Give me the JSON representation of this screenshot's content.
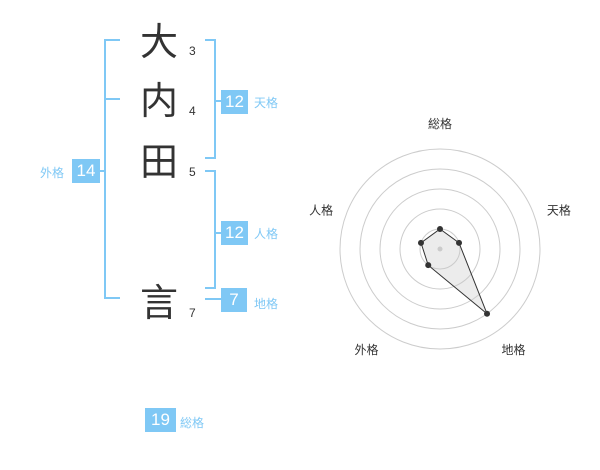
{
  "name_chars": [
    {
      "char": "大",
      "strokes": "3"
    },
    {
      "char": "内",
      "strokes": "4"
    },
    {
      "char": "田",
      "strokes": "5"
    },
    {
      "char": "言",
      "strokes": "7"
    }
  ],
  "kakusu": {
    "tenkaku": {
      "label": "天格",
      "value": "12"
    },
    "jinkaku": {
      "label": "人格",
      "value": "12"
    },
    "chikaku": {
      "label": "地格",
      "value": "7"
    },
    "gaikaku": {
      "label": "外格",
      "value": "14"
    },
    "soukaku": {
      "label": "総格",
      "value": "19"
    }
  },
  "colors": {
    "accent": "#7fc8f5",
    "text": "#333333",
    "grid": "#cccccc"
  },
  "chart_data": {
    "type": "radar",
    "axes": [
      "総格",
      "天格",
      "地格",
      "外格",
      "人格"
    ],
    "values": [
      1,
      1,
      4,
      1,
      1
    ],
    "rmax": 5
  }
}
